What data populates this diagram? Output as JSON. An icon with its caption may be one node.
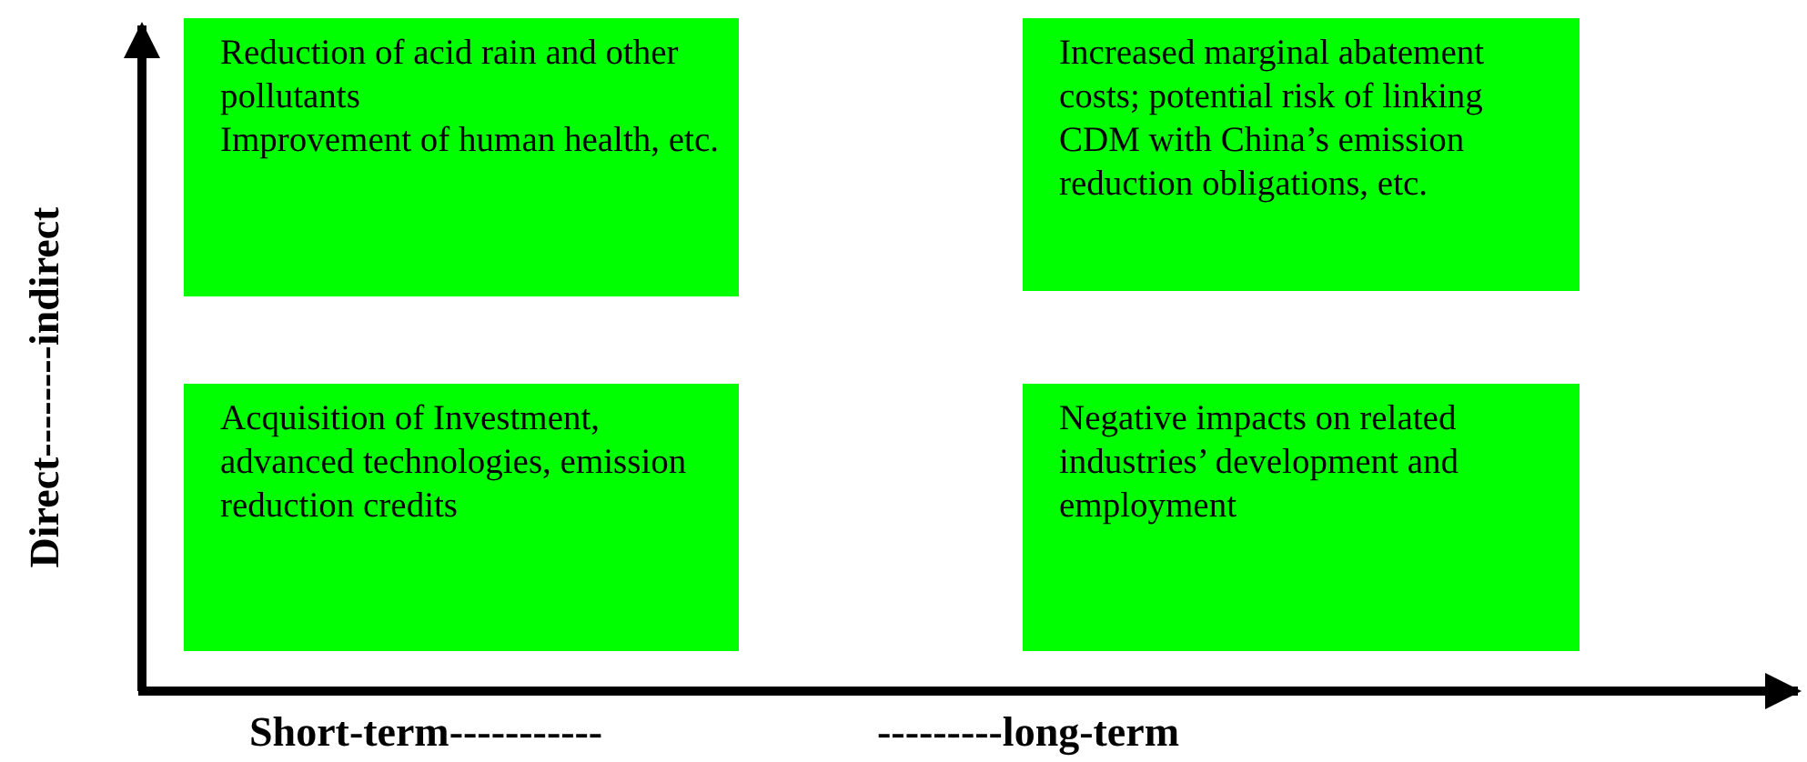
{
  "diagram": {
    "nodes": [
      {
        "text": [
          "Reduction of acid rain and other pollutants",
          "Improvement of human health, etc."
        ]
      },
      {
        "text": [
          "Increased marginal abatement costs; potential risk of linking CDM with China’s emission reduction obligations, etc."
        ]
      },
      {
        "text": [
          "Acquisition of Investment, advanced technologies, emission reduction credits"
        ]
      },
      {
        "text": [
          "Negative impacts on  related industries’ development and employment"
        ]
      }
    ],
    "edges": [],
    "labels": [
      "Direct--------indirect",
      "Short-term-----------",
      "---------long-term"
    ]
  }
}
